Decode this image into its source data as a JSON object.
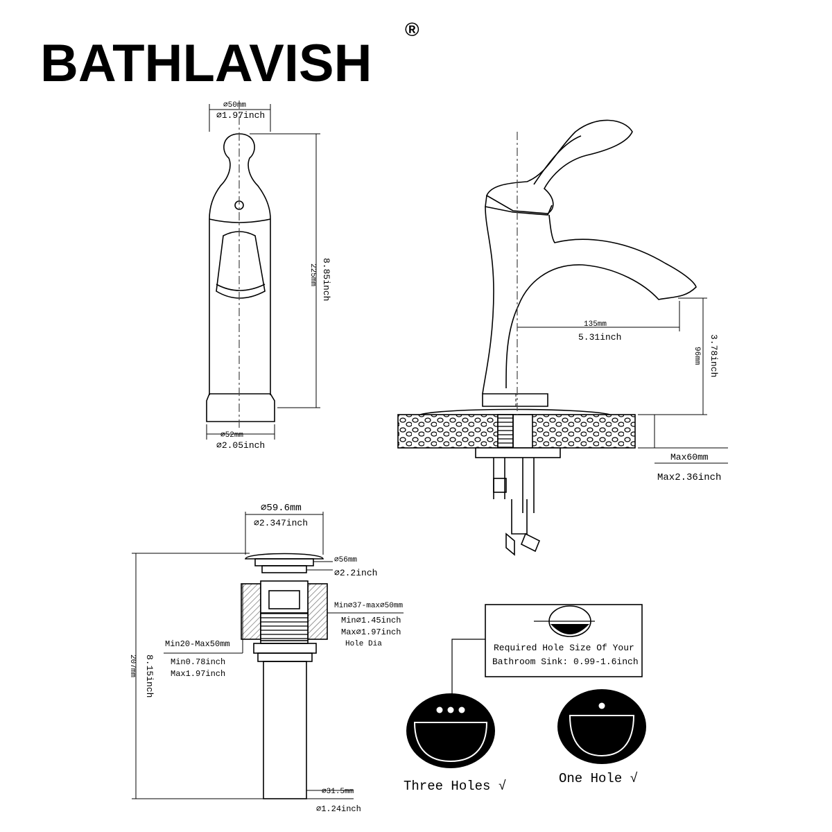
{
  "brand": {
    "name": "BATHLAVISH",
    "mark": "®"
  },
  "front_view": {
    "top_dia_mm": "⌀50mm",
    "top_dia_in": "⌀1.97inch",
    "height_mm": "225mm",
    "height_in": "8.85inch",
    "base_dia_mm": "⌀52mm",
    "base_dia_in": "⌀2.05inch"
  },
  "side_view": {
    "reach_mm": "135mm",
    "reach_in": "5.31inch",
    "spout_h_mm": "96mm",
    "spout_h_in": "3.78inch",
    "deck_max_mm": "Max60mm",
    "deck_max_in": "Max2.36inch"
  },
  "drain": {
    "cap_dia_mm": "⌀59.6mm",
    "cap_dia_in": "⌀2.347inch",
    "flange_dia_mm": "⌀56mm",
    "flange_dia_in": "⌀2.2inch",
    "hole_mm": "Min⌀37-max⌀50mm",
    "hole_min_in": "Min⌀1.45inch",
    "hole_max_in": "Max⌀1.97inch",
    "hole_label": "Hole Dia",
    "thick_mm": "Min20-Max50mm",
    "thick_min_in": "Min0.78inch",
    "thick_max_in": "Max1.97inch",
    "total_mm": "207mm",
    "total_in": "8.15inch",
    "pipe_dia_mm": "⌀31.5mm",
    "pipe_dia_in": "⌀1.24inch"
  },
  "requirement": {
    "line1": "Required Hole Size Of Your",
    "line2": "Bathroom Sink: 0.99-1.6inch"
  },
  "sinks": {
    "three": "Three Holes √",
    "one": "One Hole  √"
  }
}
